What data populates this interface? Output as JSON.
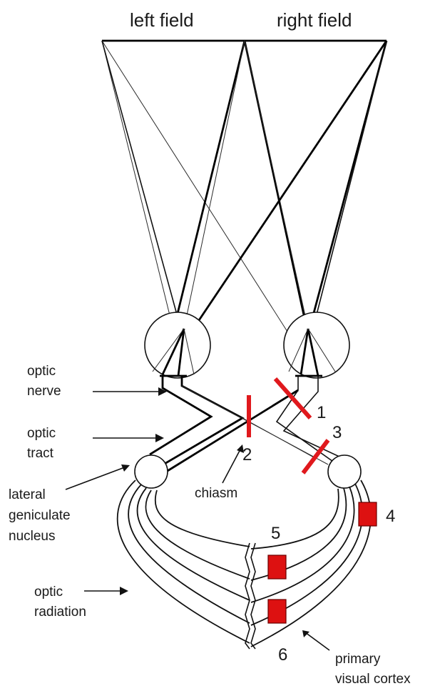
{
  "fields": {
    "left": "left field",
    "right": "right field"
  },
  "labels": {
    "optic_nerve": [
      "optic",
      "nerve"
    ],
    "optic_tract": [
      "optic",
      "tract"
    ],
    "lateral_geniculate_nucleus": [
      "lateral",
      "geniculate",
      "nucleus"
    ],
    "chiasm": "chiasm",
    "optic_radiation": [
      "optic",
      "radiation"
    ],
    "primary_visual_cortex": [
      "primary",
      "visual cortex"
    ]
  },
  "lesions": [
    {
      "number": "1",
      "shape": "bar"
    },
    {
      "number": "2",
      "shape": "bar"
    },
    {
      "number": "3",
      "shape": "bar"
    },
    {
      "number": "4",
      "shape": "box"
    },
    {
      "number": "5",
      "shape": "box"
    },
    {
      "number": "6",
      "shape": "box"
    }
  ],
  "colors": {
    "lesion": "#e0191d",
    "line": "#000000",
    "background": "#ffffff"
  }
}
